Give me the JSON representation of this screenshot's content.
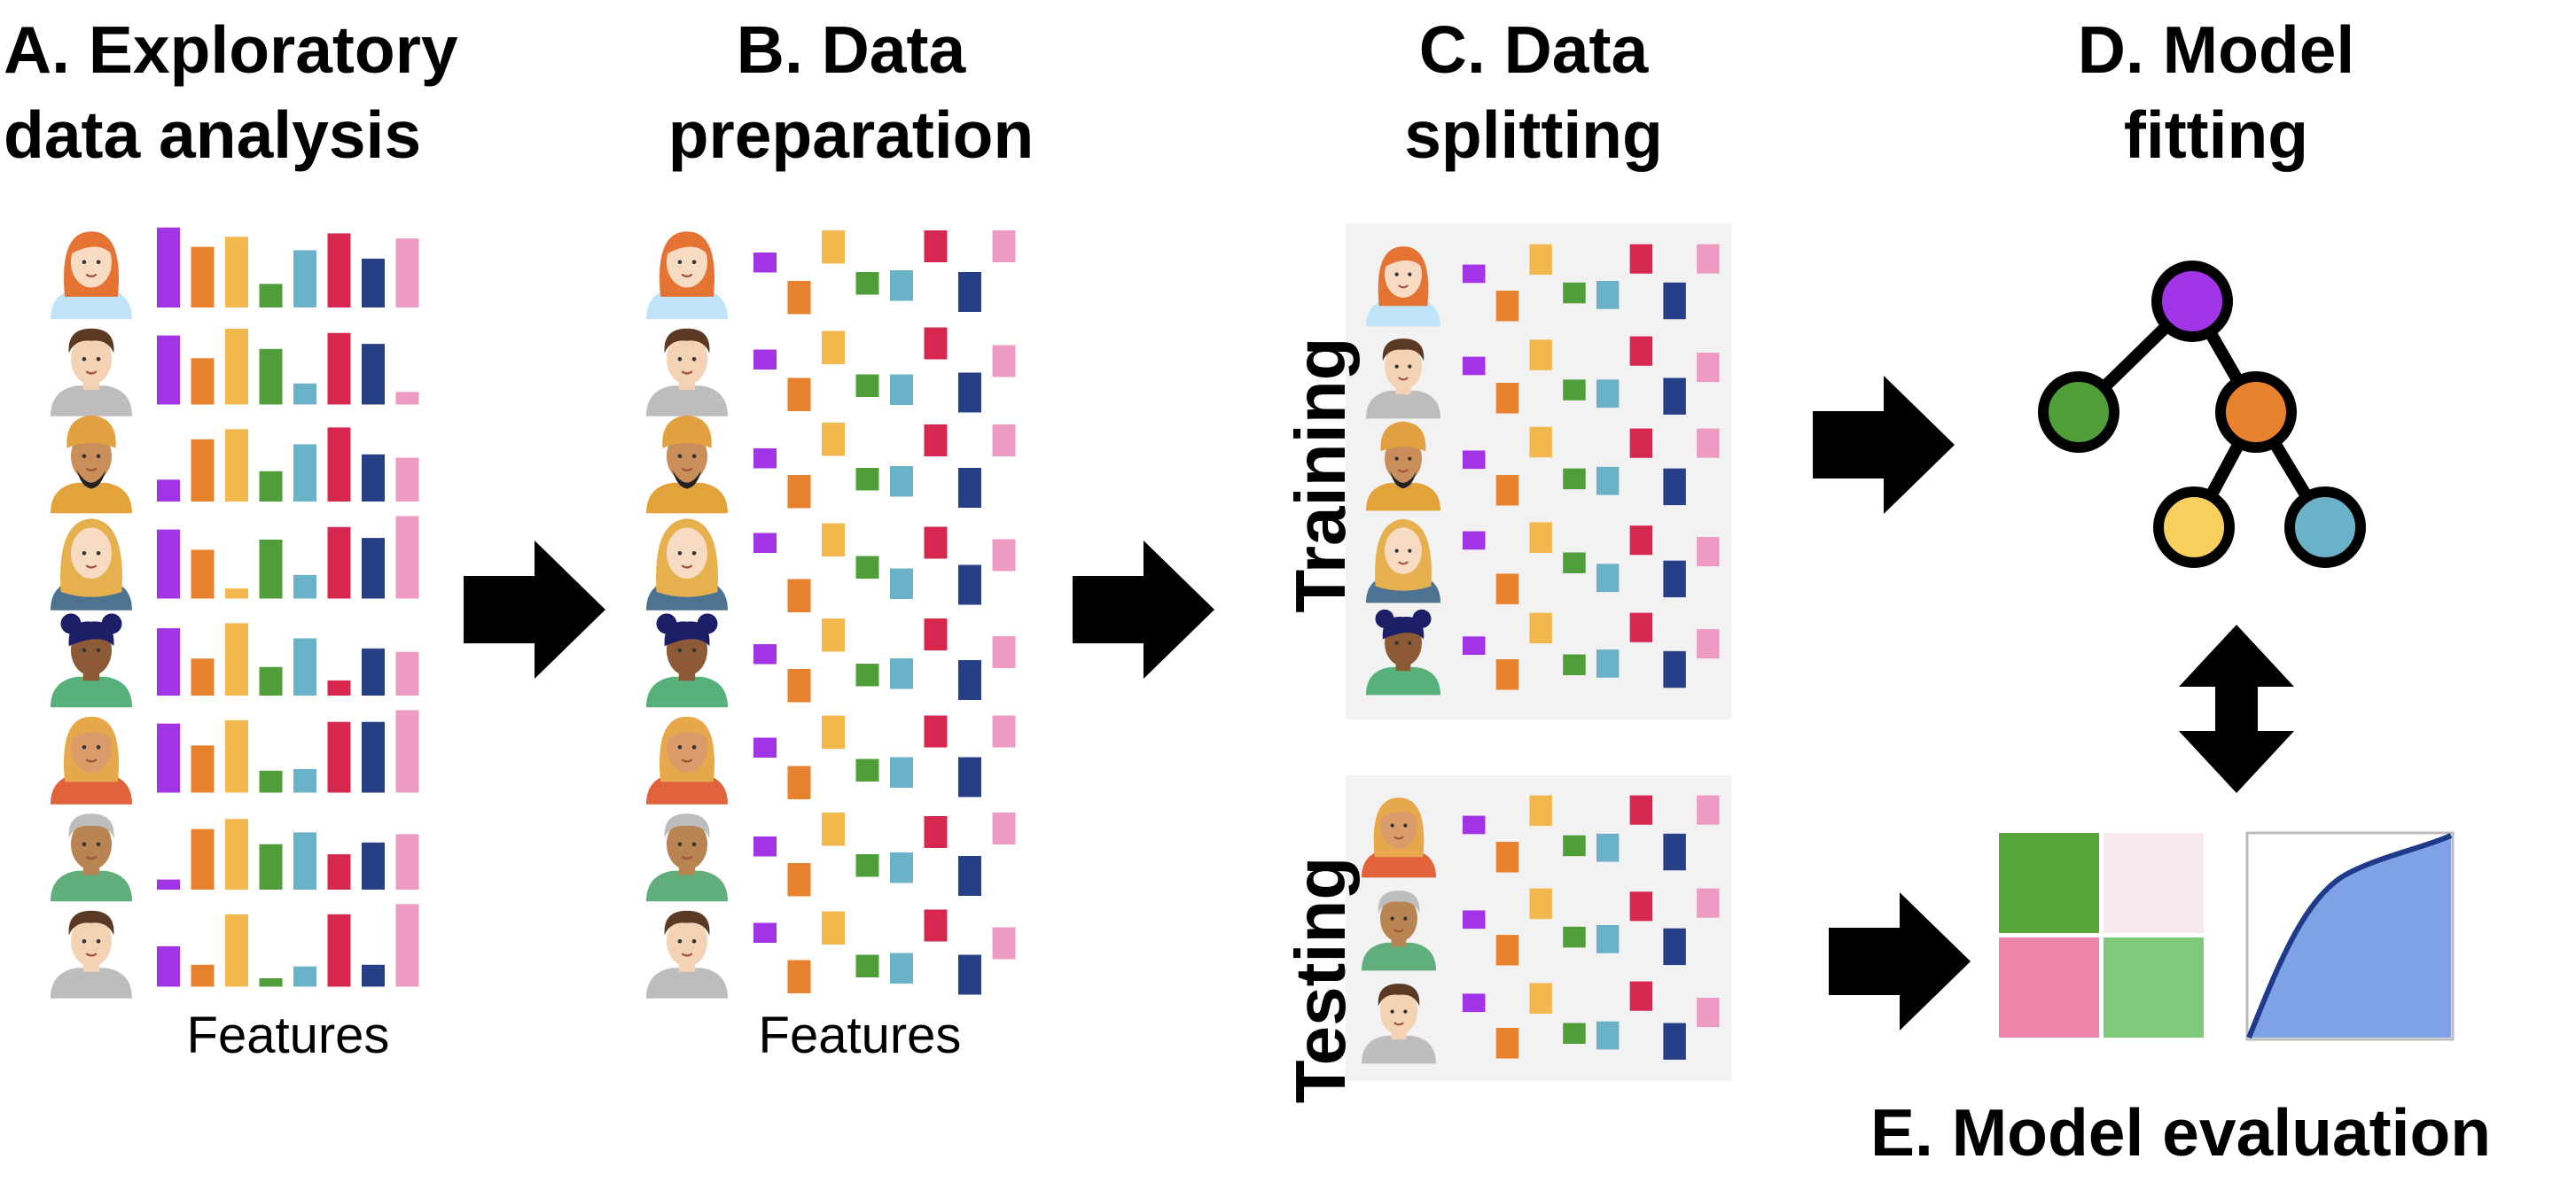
{
  "steps": {
    "a": "A. Exploratory\ndata analysis",
    "b": "B. Data\npreparation",
    "c": "C. Data\nsplitting",
    "d": "D. Model\nfitting",
    "e": "E. Model evaluation"
  },
  "labels": {
    "features": "Features",
    "training": "Training",
    "testing": "Testing"
  },
  "colors": {
    "features": [
      "#a234e8",
      "#e8812e",
      "#f3b84d",
      "#4f9e3a",
      "#6bb2c9",
      "#d6284e",
      "#263f86",
      "#ee9bc3"
    ],
    "tree": {
      "root": "#a234e8",
      "left": "#4f9e3a",
      "right": "#e8812e",
      "leaf_left": "#f7d060",
      "leaf_right": "#6bb2c9"
    },
    "panel_bg": "#f2f2f2",
    "confusion": [
      "#58a63c",
      "#f9e7f0",
      "#ee86ab",
      "#7fc97a"
    ],
    "roc_fill": "#7fa1e6",
    "roc_line": "#1f3a8a"
  },
  "people": [
    {
      "hair": "#e57434",
      "skin": "#f7dcc3",
      "shirt": "#bfe3f7",
      "style": "long"
    },
    {
      "hair": "#5b3a25",
      "skin": "#f4d3b5",
      "shirt": "#bdbdbd",
      "style": "short"
    },
    {
      "hair": "#ffffff",
      "skin": "#c98e5a",
      "shirt": "#e3a33b",
      "style": "turban"
    },
    {
      "hair": "#e6b04f",
      "skin": "#f7dcc3",
      "shirt": "#4d7393",
      "style": "hijab"
    },
    {
      "hair": "#1c1f66",
      "skin": "#8c5a36",
      "shirt": "#58b17a",
      "style": "buns"
    },
    {
      "hair": "#e6a84a",
      "skin": "#d99c6a",
      "shirt": "#e1633c",
      "style": "long"
    },
    {
      "hair": "#bdbdbd",
      "skin": "#b88452",
      "shirt": "#5fae7b",
      "style": "short"
    },
    {
      "hair": "#5b3a25",
      "skin": "#f4d3b5",
      "shirt": "#bdbdbd",
      "style": "short"
    }
  ]
}
